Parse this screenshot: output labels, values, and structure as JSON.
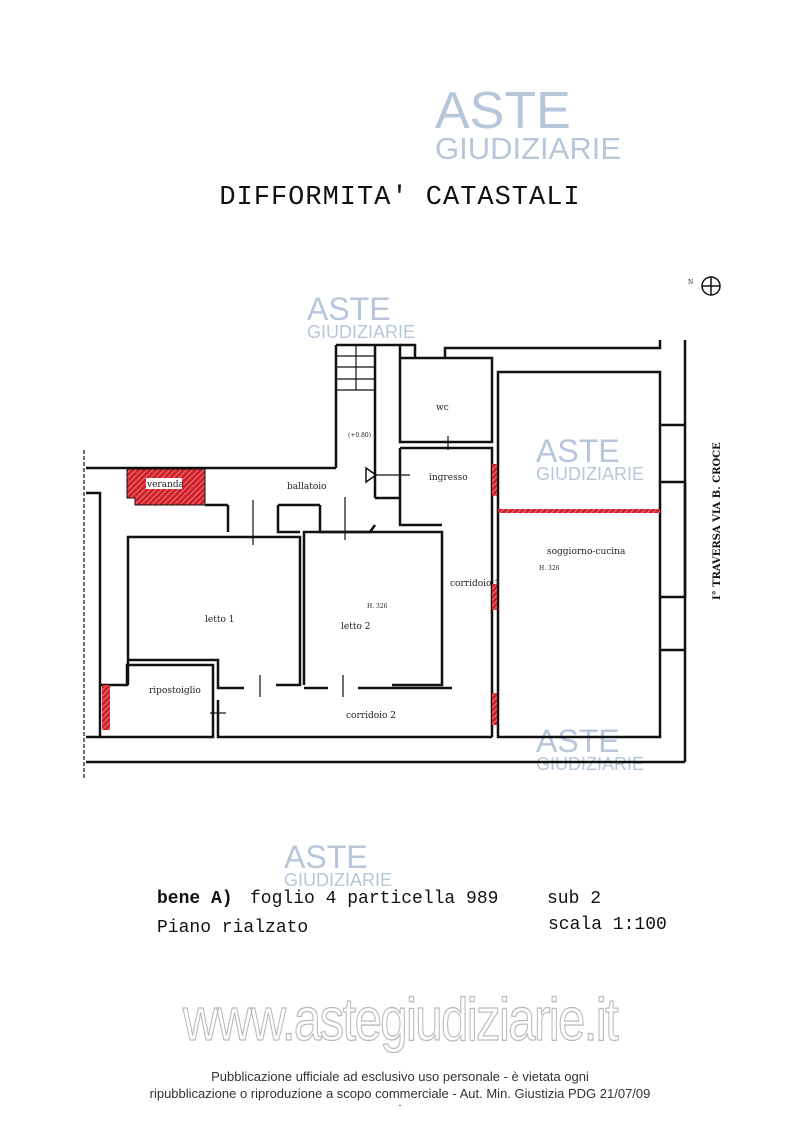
{
  "watermark": {
    "line1": "ASTE",
    "line2": "GIUDIZIARIE"
  },
  "title": "DIFFORMITA' CATASTALI",
  "plan": {
    "rooms": {
      "wc": "wc",
      "ingresso": "ingresso",
      "ballatoio": "ballatoio",
      "veranda": "veranda",
      "level": "(+0.80)",
      "soggiorno": "soggiorno-cucina",
      "soggiorno_h": "H. 326",
      "letto1": "letto 1",
      "letto2": "letto 2",
      "letto2_h": "H. 326",
      "corridoio1": "corridoio 1",
      "corridoio2": "corridoio 2",
      "ripostiglio": "ripostoiglio"
    },
    "street": "I° TRAVERSA VIA B. CROCE",
    "north_label": "N",
    "discrepancy_color": "#d0202a"
  },
  "info": {
    "bene": "bene A)",
    "foglio": "foglio 4 particella 989",
    "sub": "sub 2",
    "piano": "Piano rialzato",
    "scala": "scala 1:100"
  },
  "footer": {
    "site": "www.astegiudiziarie.it",
    "line1": "Pubblicazione ufficiale ad esclusivo uso personale - è vietata ogni",
    "line2": "ripubblicazione o riproduzione a scopo commerciale - Aut. Min. Giustizia PDG 21/07/09",
    "page_mark": "-"
  }
}
